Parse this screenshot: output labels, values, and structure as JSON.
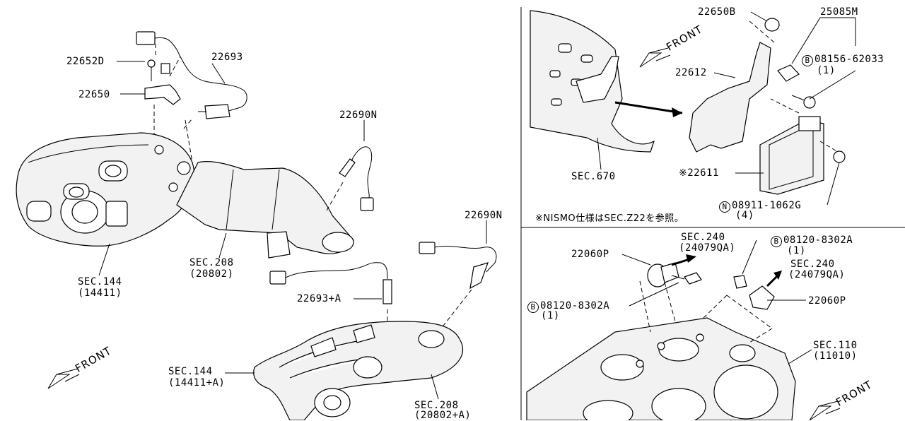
{
  "labels": {
    "p22652d": "22652D",
    "p22650": "22650",
    "p22693": "22693",
    "p22690n_a": "22690N",
    "p22690n_b": "22690N",
    "p22693a": "22693+A",
    "sec144_a": "SEC.144",
    "sec144_a_sub": "(14411)",
    "sec208_a": "SEC.208",
    "sec208_a_sub": "(20802)",
    "sec144_b": "SEC.144",
    "sec144_b_sub": "(14411+A)",
    "sec208_b": "SEC.208",
    "sec208_b_sub": "(20802+A)",
    "p22650b": "22650B",
    "p25085m": "25085M",
    "b08156": "08156-62033",
    "b08156_qty": "(1)",
    "p22612": "22612",
    "sec670": "SEC.670",
    "p22611": "※22611",
    "n08911": "08911-1062G",
    "n08911_qty": "(4)",
    "note": "※NISMO仕様はSEC.Z22を参照。",
    "sec240_a": "SEC.240",
    "sec240_a_sub": "(24079QA)",
    "b08120_a": "08120-8302A",
    "b08120_a_qty": "(1)",
    "p22060p_a": "22060P",
    "sec240_b": "SEC.240",
    "sec240_b_sub": "(24079QA)",
    "b08120_b": "08120-8302A",
    "b08120_b_qty": "(1)",
    "p22060p_b": "22060P",
    "sec110": "SEC.110",
    "sec110_sub": "(11010)",
    "front_a": "FRONT",
    "front_b": "FRONT",
    "front_c": "FRONT",
    "circle_b": "B",
    "circle_n": "N"
  }
}
